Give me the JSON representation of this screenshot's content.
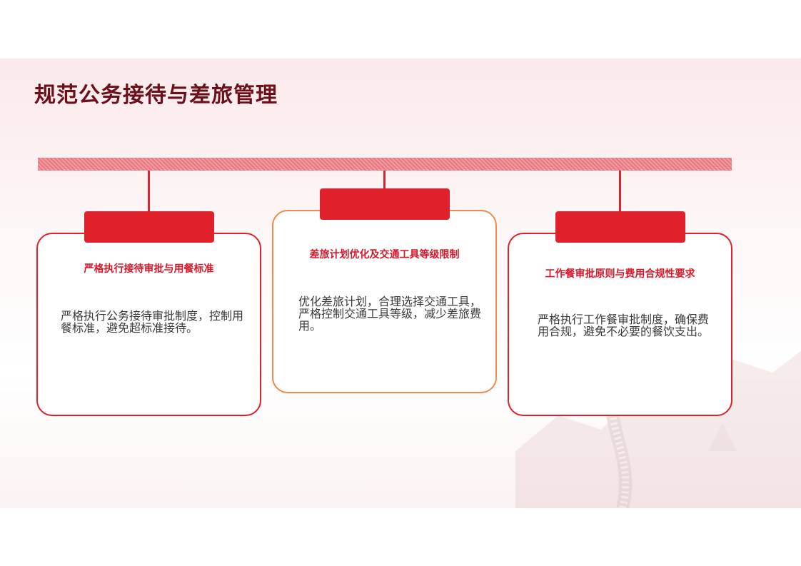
{
  "slide": {
    "title": "规范公务接待与差旅管理"
  },
  "cards": [
    {
      "heading": "严格执行接待审批与用餐标准",
      "body": "严格执行公务接待审批制度，控制用餐标准，避免超标准接待。"
    },
    {
      "heading": "差旅计划优化及交通工具等级限制",
      "body": "优化差旅计划，合理选择交通工具，严格控制交通工具等级，减少差旅费用。"
    },
    {
      "heading": "工作餐审批原则与费用合规性要求",
      "body": "严格执行工作餐审批制度，确保费用合规，避免不必要的餐饮支出。"
    }
  ],
  "colors": {
    "accent_red": "#e0212b",
    "title_color": "#6b0f1a",
    "orange_border": "#ef8a4a",
    "bar_pink": "#ef9aa0"
  }
}
